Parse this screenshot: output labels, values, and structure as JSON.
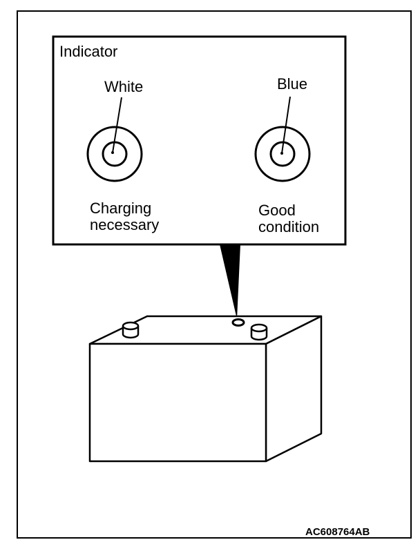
{
  "callout": {
    "title": "Indicator",
    "left": {
      "color_label": "White",
      "state_label": "Charging\nnecessary"
    },
    "right": {
      "color_label": "Blue",
      "state_label": "Good\ncondition"
    }
  },
  "figure_code": "AC608764AB",
  "colors": {
    "ink": "#000000",
    "paper": "#ffffff"
  }
}
